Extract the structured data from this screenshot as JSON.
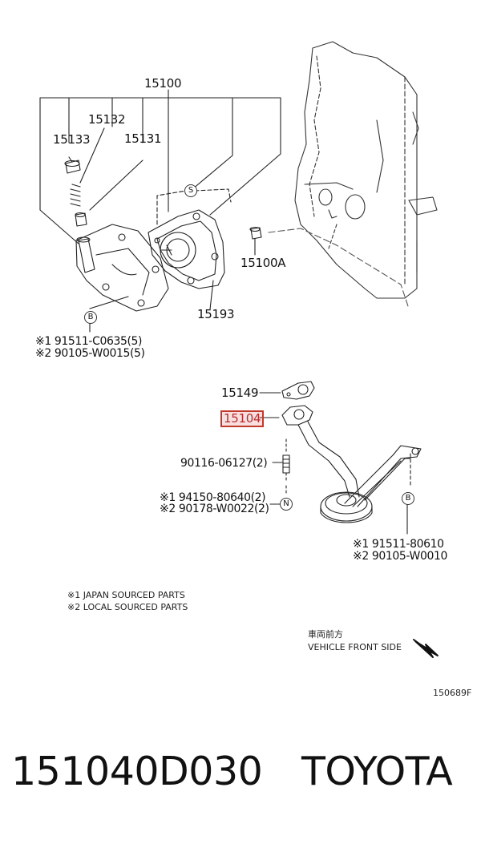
{
  "labels": {
    "assy": "15100",
    "p15132": "15132",
    "p15133": "15133",
    "p15131": "15131",
    "p15100a": "15100A",
    "p15193": "15193",
    "p15149": "15149",
    "p15104": "15104",
    "bolt_a": "90116-06127(2)",
    "nut_1": "※1 94150-80640(2)",
    "nut_2": "※2 90178-W0022(2)",
    "bolt_b1": "※1 91511-C0635(5)",
    "bolt_b2": "※2 90105-W0015(5)",
    "bolt_c1": "※1 91511-80610",
    "bolt_c2": "※2 90105-W0010"
  },
  "markers": {
    "s": "S",
    "b": "B",
    "n": "N"
  },
  "notes": {
    "japan": "※1 JAPAN SOURCED PARTS",
    "local": "※2 LOCAL SOURCED PARTS",
    "front_jp": "車両前方",
    "front_en": "VEHICLE FRONT SIDE",
    "figure_code": "150689F"
  },
  "footer": {
    "part_number": "151040D030",
    "brand": "TOYOTA"
  },
  "highlight_color": "#c0392b"
}
